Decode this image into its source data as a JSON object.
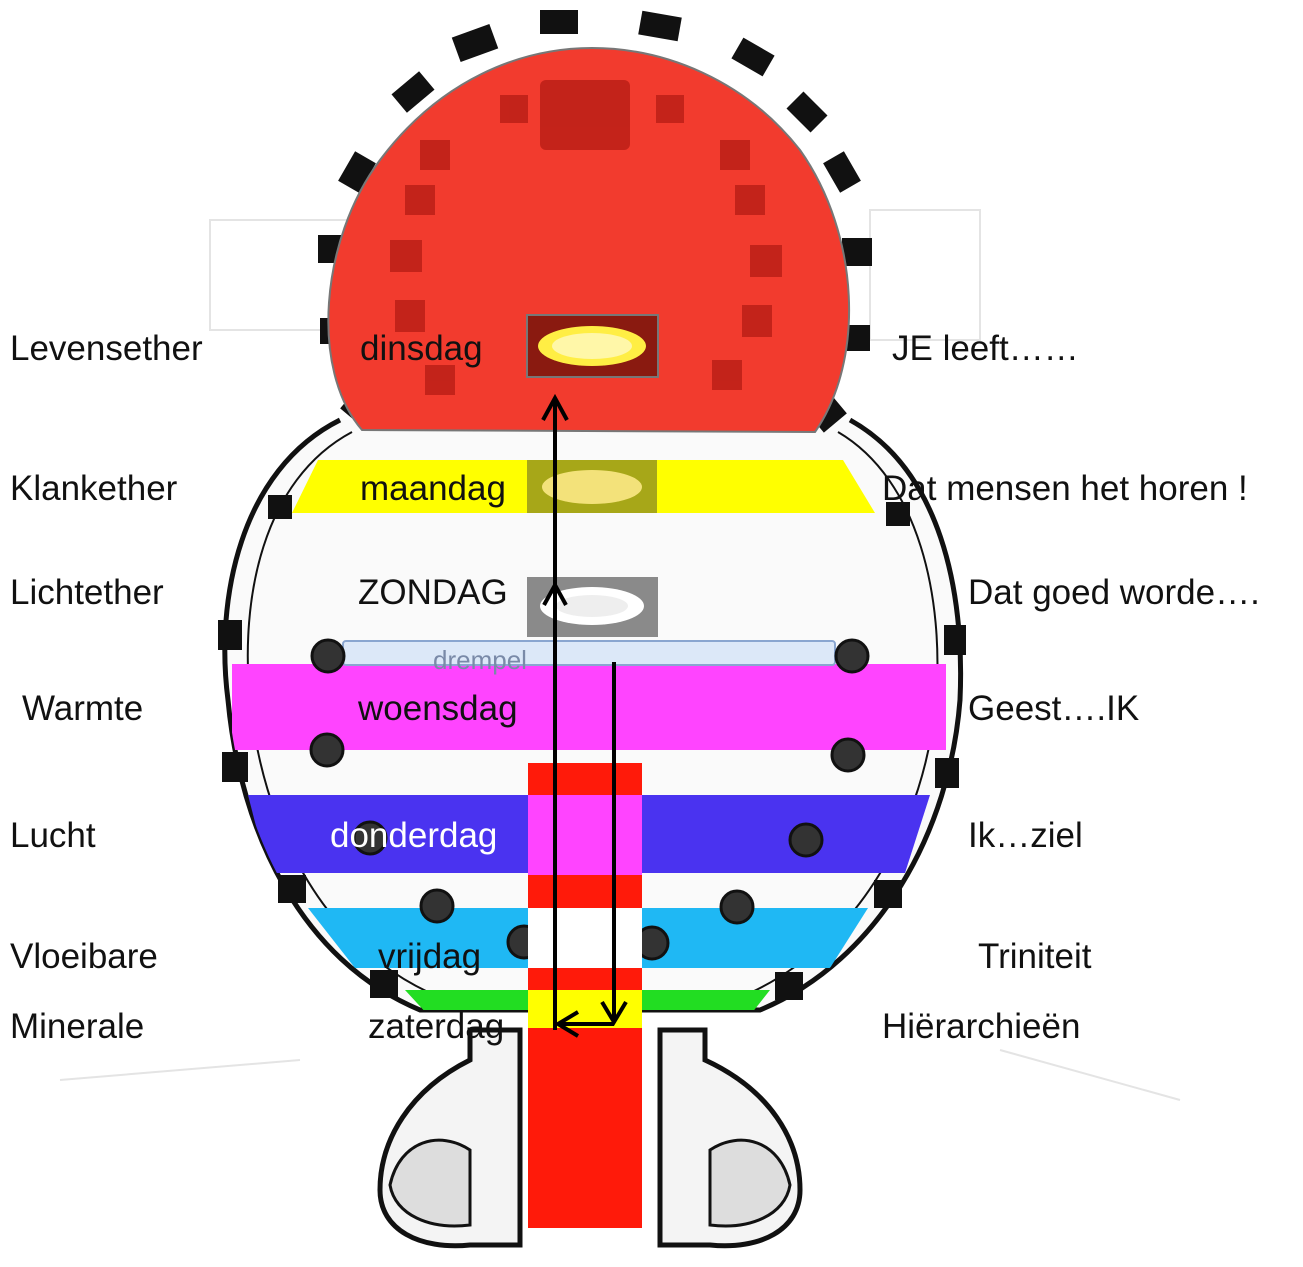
{
  "rows": [
    {
      "ether": "Levensether",
      "day": "dinsdag",
      "phrase": "JE leeft……",
      "color": "#f23b2e"
    },
    {
      "ether": "Klankether",
      "day": "maandag",
      "phrase": "Dat mensen het horen !",
      "color": "#ffff00"
    },
    {
      "ether": "Lichtether",
      "day": "ZONDAG",
      "phrase": "Dat goed worde….",
      "color": "#ffffff"
    },
    {
      "ether": "Warmte",
      "day": "woensdag",
      "phrase": "Geest….IK",
      "color": "#ff44ff"
    },
    {
      "ether": "Lucht",
      "day": "donderdag",
      "phrase": "Ik…ziel",
      "color": "#4a33f0"
    },
    {
      "ether": "Vloeibare",
      "day": "vrijdag",
      "phrase": "Triniteit",
      "color": "#1fb8f4"
    },
    {
      "ether": "Minerale",
      "day": "zaterdag",
      "phrase": "Hiërarchieën",
      "color": "#22dd22"
    }
  ],
  "threshold_label": "drempel",
  "accent_colors": {
    "column_red": "#ff1a0a",
    "outline": "#111111",
    "threshold_band": "#dce8f8"
  }
}
